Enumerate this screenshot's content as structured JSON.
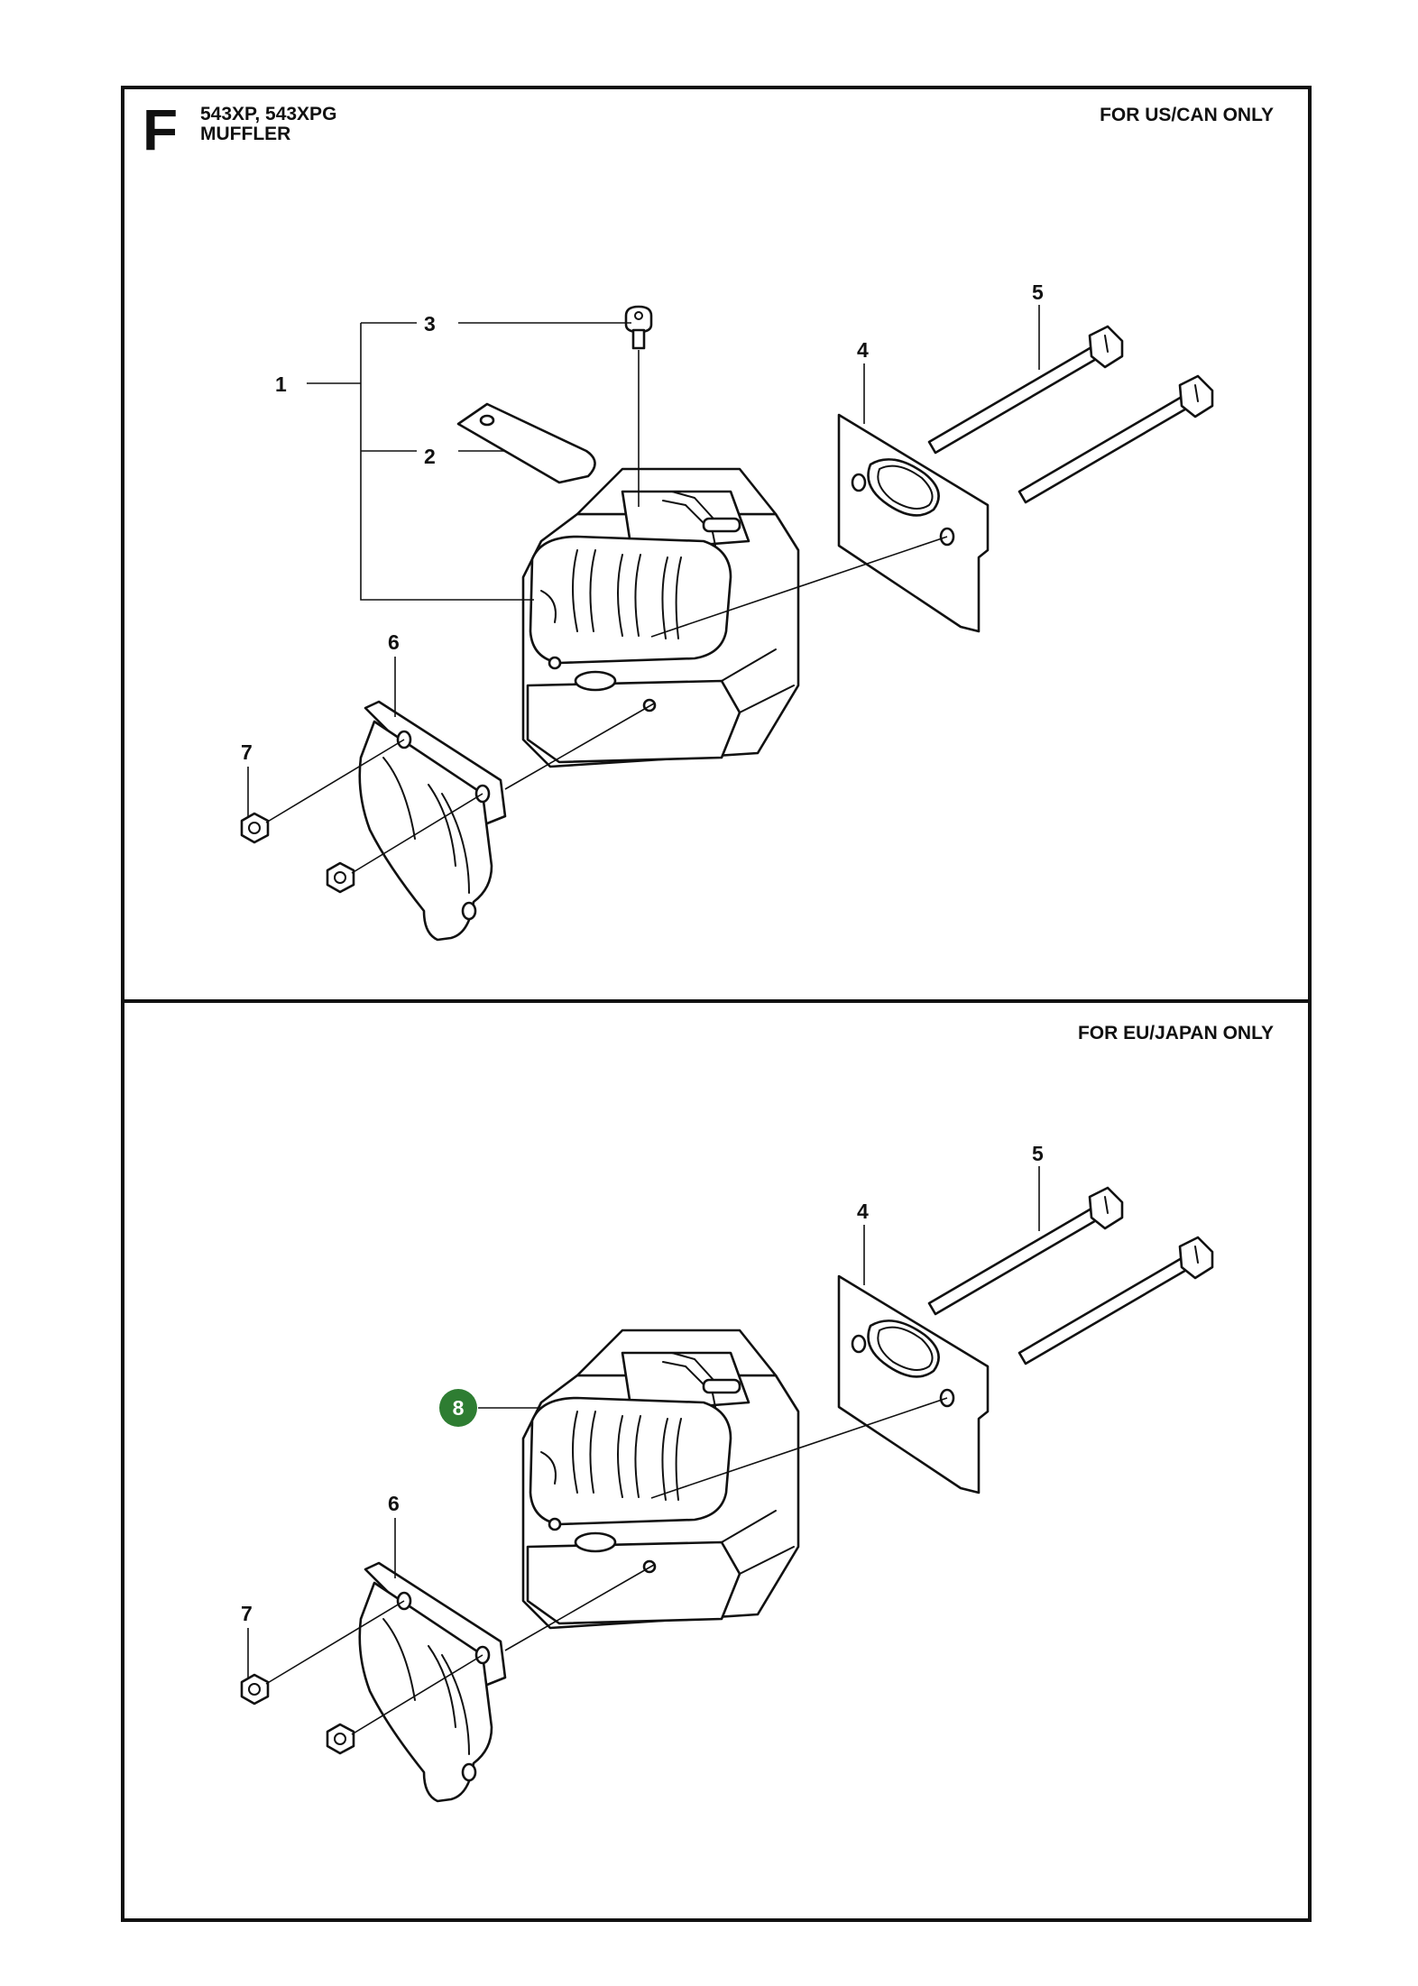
{
  "header": {
    "section_letter": "F",
    "models": "543XP, 543XPG",
    "title": "MUFFLER"
  },
  "panels": [
    {
      "region": "FOR US/CAN ONLY",
      "callouts": [
        "1",
        "2",
        "3",
        "4",
        "5",
        "6",
        "7"
      ]
    },
    {
      "region": "FOR EU/JAPAN ONLY",
      "callouts": [
        "4",
        "5",
        "6",
        "7",
        "8"
      ],
      "highlighted_callout": "8"
    }
  ],
  "colors": {
    "highlight_badge": "#2e7d32",
    "line": "#111111"
  }
}
